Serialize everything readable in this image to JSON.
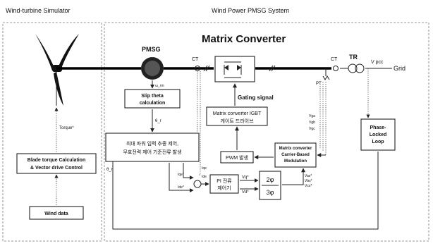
{
  "titles": {
    "left": "Wind-turbine Simulator",
    "right": "Wind Power PMSG System"
  },
  "main_title": "Matrix Converter",
  "components": {
    "pmsg": "PMSG",
    "ct1": "CT",
    "ct2": "CT",
    "tr": "TR",
    "pt": "PT",
    "grid": "Grid",
    "vpcc": "V pcc",
    "gating": "Gating signal"
  },
  "blocks": {
    "slip_theta": [
      "Slip theta",
      "calculation"
    ],
    "blade": [
      "Blade torque Calculation",
      "& Vector drive Control"
    ],
    "wind_data": "Wind data",
    "mppt": [
      "최대 파워 입력 추종 제어,",
      "무효전력 제어 기준전류 발생"
    ],
    "igbt": [
      "Matrix converter IGBT",
      "게이트 드라이브"
    ],
    "pwm": "PWM 발생",
    "carrier": [
      "Matrix converter",
      "Carrier-Based",
      "Modulation"
    ],
    "pll": [
      "Phase-",
      "Locked",
      "Loop"
    ],
    "pi": [
      "PI 전류",
      "제어기"
    ],
    "transform": [
      "2φ",
      "3φ"
    ]
  },
  "signals": {
    "torque": "Torque*",
    "w_rm": "ω_rm",
    "theta_r": "θ_r",
    "theta_r2": "θ_r",
    "iqe_star": "Iqe*",
    "ide_star": "Ide*",
    "iqe": "Iqe",
    "ide": "Ide",
    "vqe_star": "Vq*",
    "vde_star": "Vd*",
    "vga": "Vga",
    "vgb": "Vgb",
    "vgc": "Vgc",
    "vas": "Vas*",
    "vbs": "Vbs*",
    "vcs": "Vcs*"
  }
}
